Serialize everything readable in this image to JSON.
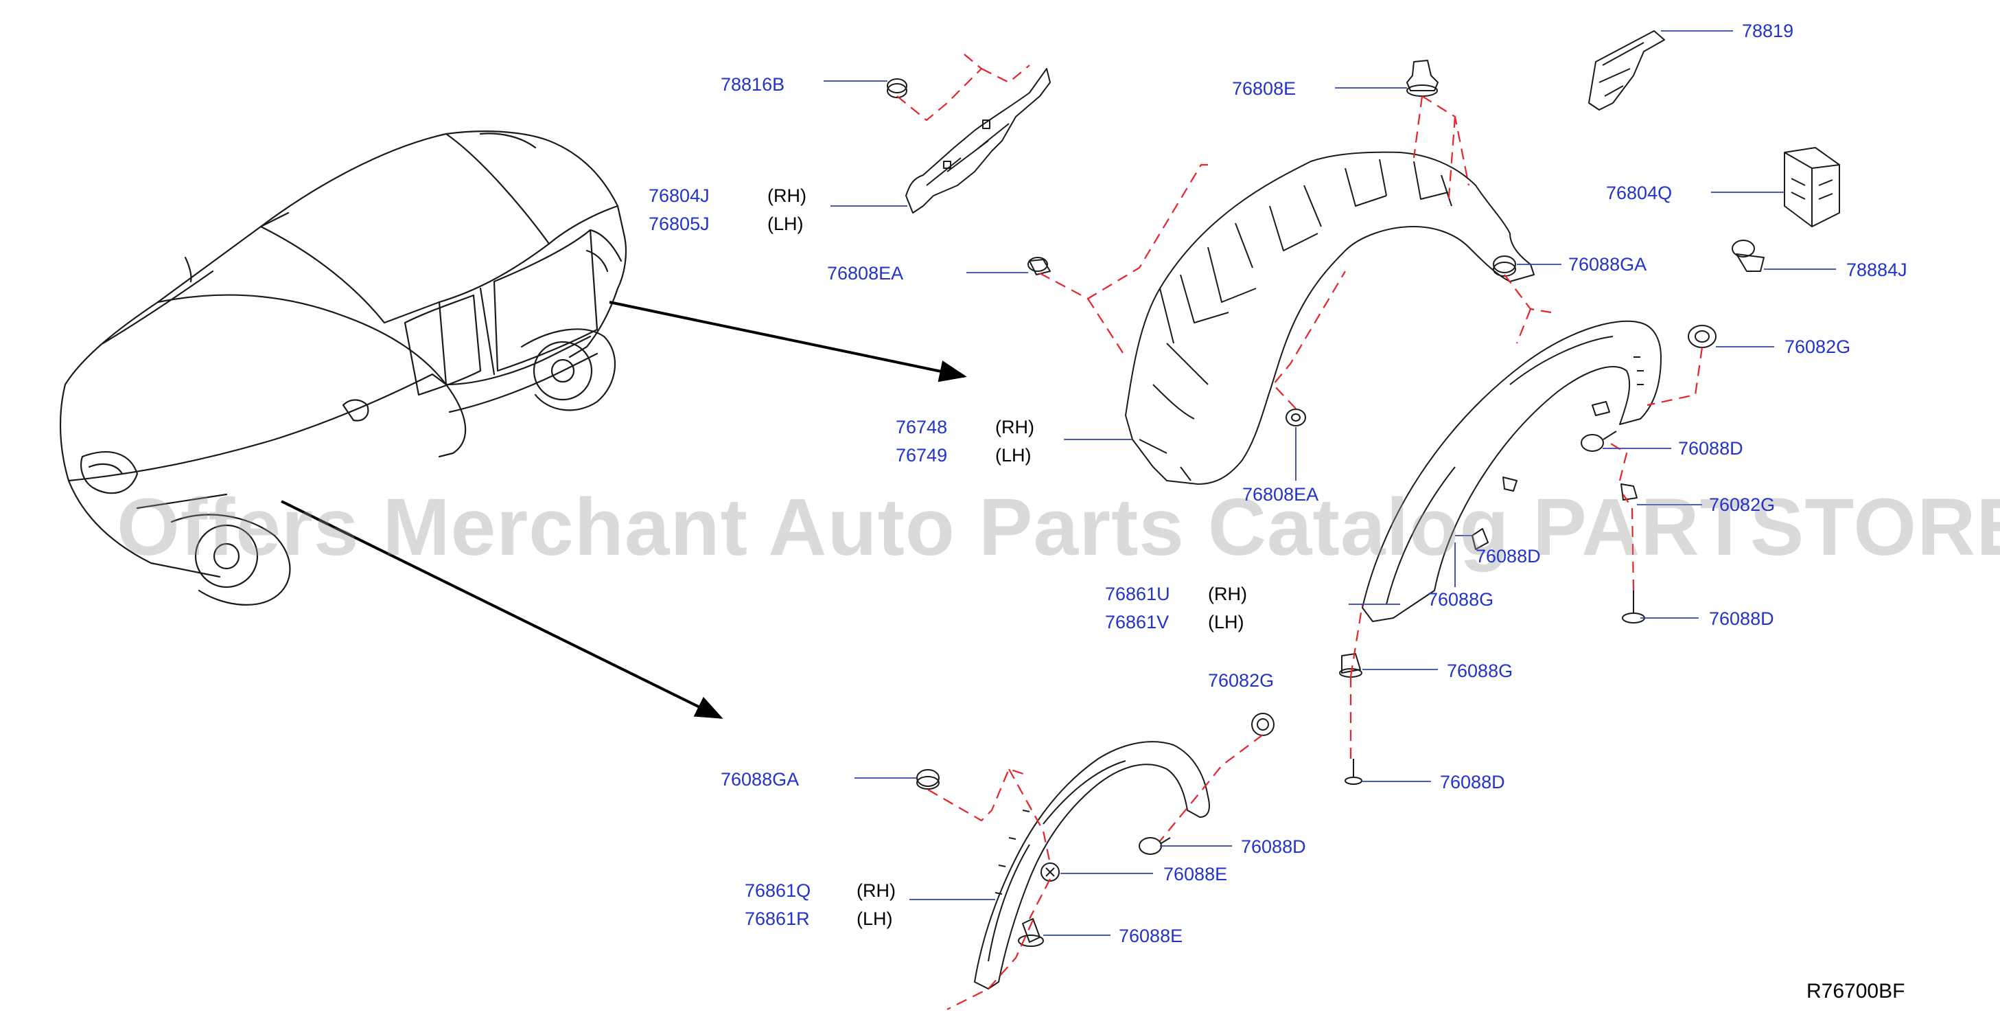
{
  "diagram_code": "R76700BF",
  "watermark": "Offers Merchant Auto Parts Catalog PARTSTORE.SA",
  "colors": {
    "part_number": "#2233cc",
    "leader_dash": "#e8232a",
    "line_art": "#1a1a1a"
  },
  "callouts": [
    {
      "id": "78816B",
      "label": "78816B"
    },
    {
      "id": "76804J",
      "label": "76804J",
      "side": "(RH)"
    },
    {
      "id": "76805J",
      "label": "76805J",
      "side": "(LH)"
    },
    {
      "id": "76808EA_a",
      "label": "76808EA"
    },
    {
      "id": "76808E",
      "label": "76808E"
    },
    {
      "id": "76748",
      "label": "76748",
      "side": "(RH)"
    },
    {
      "id": "76749",
      "label": "76749",
      "side": "(LH)"
    },
    {
      "id": "76808EA_b",
      "label": "76808EA"
    },
    {
      "id": "78819",
      "label": "78819"
    },
    {
      "id": "76804Q",
      "label": "76804Q"
    },
    {
      "id": "76088GA_a",
      "label": "76088GA"
    },
    {
      "id": "78884J",
      "label": "78884J"
    },
    {
      "id": "76082G_a",
      "label": "76082G"
    },
    {
      "id": "76088D_a",
      "label": "76088D"
    },
    {
      "id": "76082G_b",
      "label": "76082G"
    },
    {
      "id": "76088D_b",
      "label": "76088D"
    },
    {
      "id": "76088G_a",
      "label": "76088G"
    },
    {
      "id": "76861U",
      "label": "76861U",
      "side": "(RH)"
    },
    {
      "id": "76861V",
      "label": "76861V",
      "side": "(LH)"
    },
    {
      "id": "76088D_c",
      "label": "76088D"
    },
    {
      "id": "76088G_b",
      "label": "76088G"
    },
    {
      "id": "76088D_d",
      "label": "76088D"
    },
    {
      "id": "76082G_c",
      "label": "76082G"
    },
    {
      "id": "76088GA_b",
      "label": "76088GA"
    },
    {
      "id": "76088D_e",
      "label": "76088D"
    },
    {
      "id": "76088E_a",
      "label": "76088E"
    },
    {
      "id": "76861Q",
      "label": "76861Q",
      "side": "(RH)"
    },
    {
      "id": "76861R",
      "label": "76861R",
      "side": "(LH)"
    },
    {
      "id": "76088E_b",
      "label": "76088E"
    }
  ]
}
